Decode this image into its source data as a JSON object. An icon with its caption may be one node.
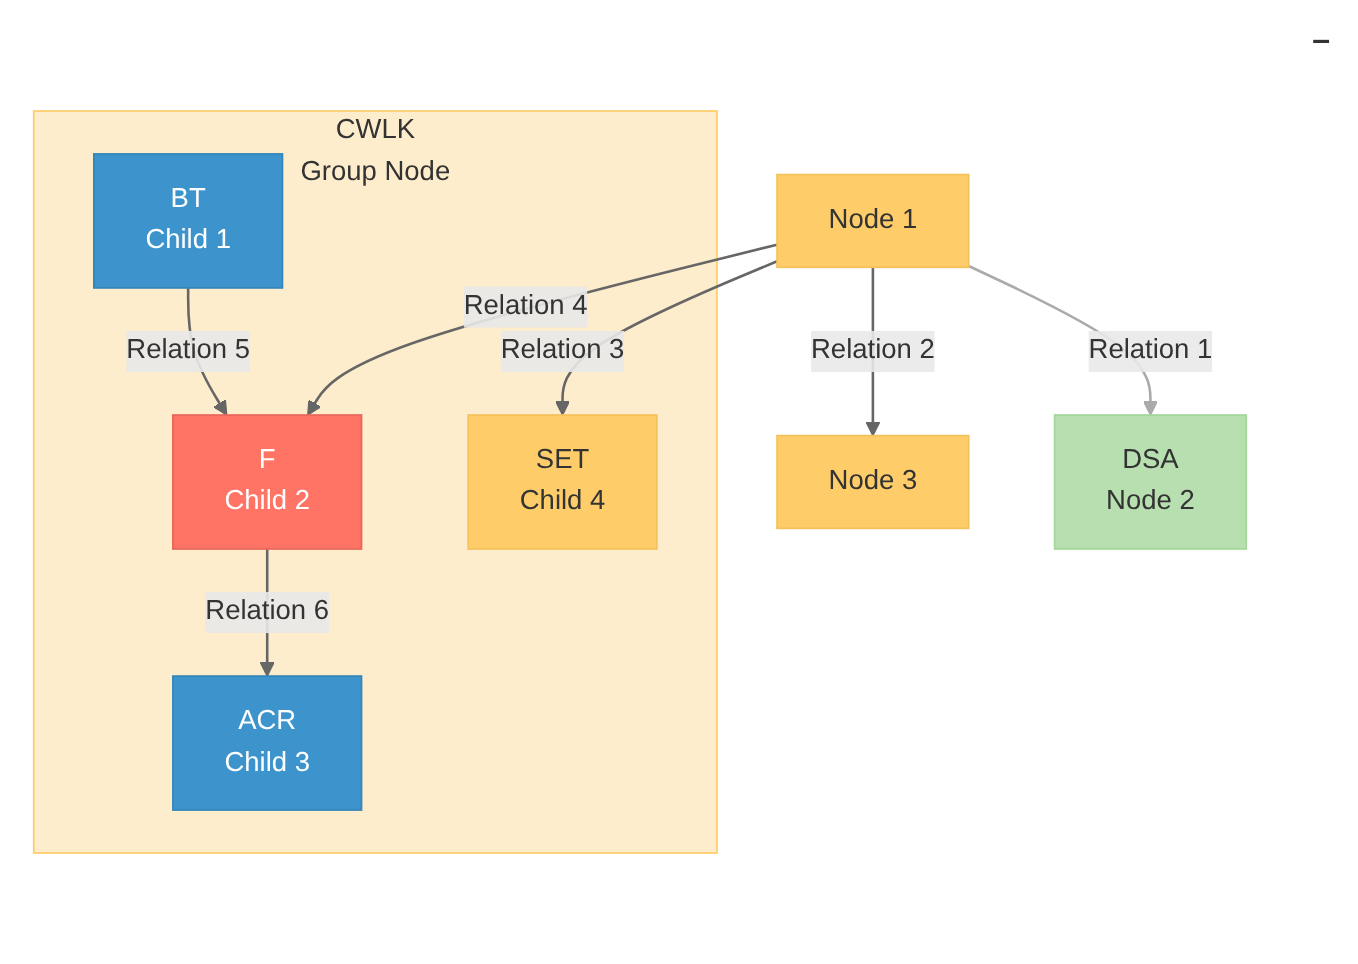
{
  "diagram": {
    "nodes": [
      {
        "text": [
          "DSA",
          "Node 2"
        ]
      },
      {
        "text": [
          "Node 1"
        ]
      },
      {
        "text": [
          "Node 3"
        ]
      },
      {
        "text": [
          "CWLK",
          "Group Node"
        ]
      },
      {
        "text": [
          "SET",
          "Child 4"
        ],
        "in": 3
      },
      {
        "text": [
          "BT",
          "Child 1"
        ],
        "in": 3
      },
      {
        "text": [
          "F",
          "Child 2"
        ],
        "in": 3
      },
      {
        "text": [
          "ACR",
          "Child 3"
        ],
        "in": 3
      }
    ],
    "edges": [
      {
        "from": 1,
        "to": 0,
        "arrow": "to",
        "label": "Relation 1",
        "color": "#aaaaaa"
      },
      {
        "from": 1,
        "to": 2,
        "arrow": "to",
        "label": "Relation 2"
      },
      {
        "from": 1,
        "to": 4,
        "arrow": "to",
        "label": "Relation 3"
      },
      {
        "from": 1,
        "to": 6,
        "arrow": "to",
        "label": "Relation 4"
      },
      {
        "from": 5,
        "to": 6,
        "arrow": "to",
        "label": "Relation 5"
      },
      {
        "from": 6,
        "to": 7,
        "arrow": "to",
        "label": "Relation 6"
      }
    ],
    "labels": [
      "–"
    ]
  }
}
